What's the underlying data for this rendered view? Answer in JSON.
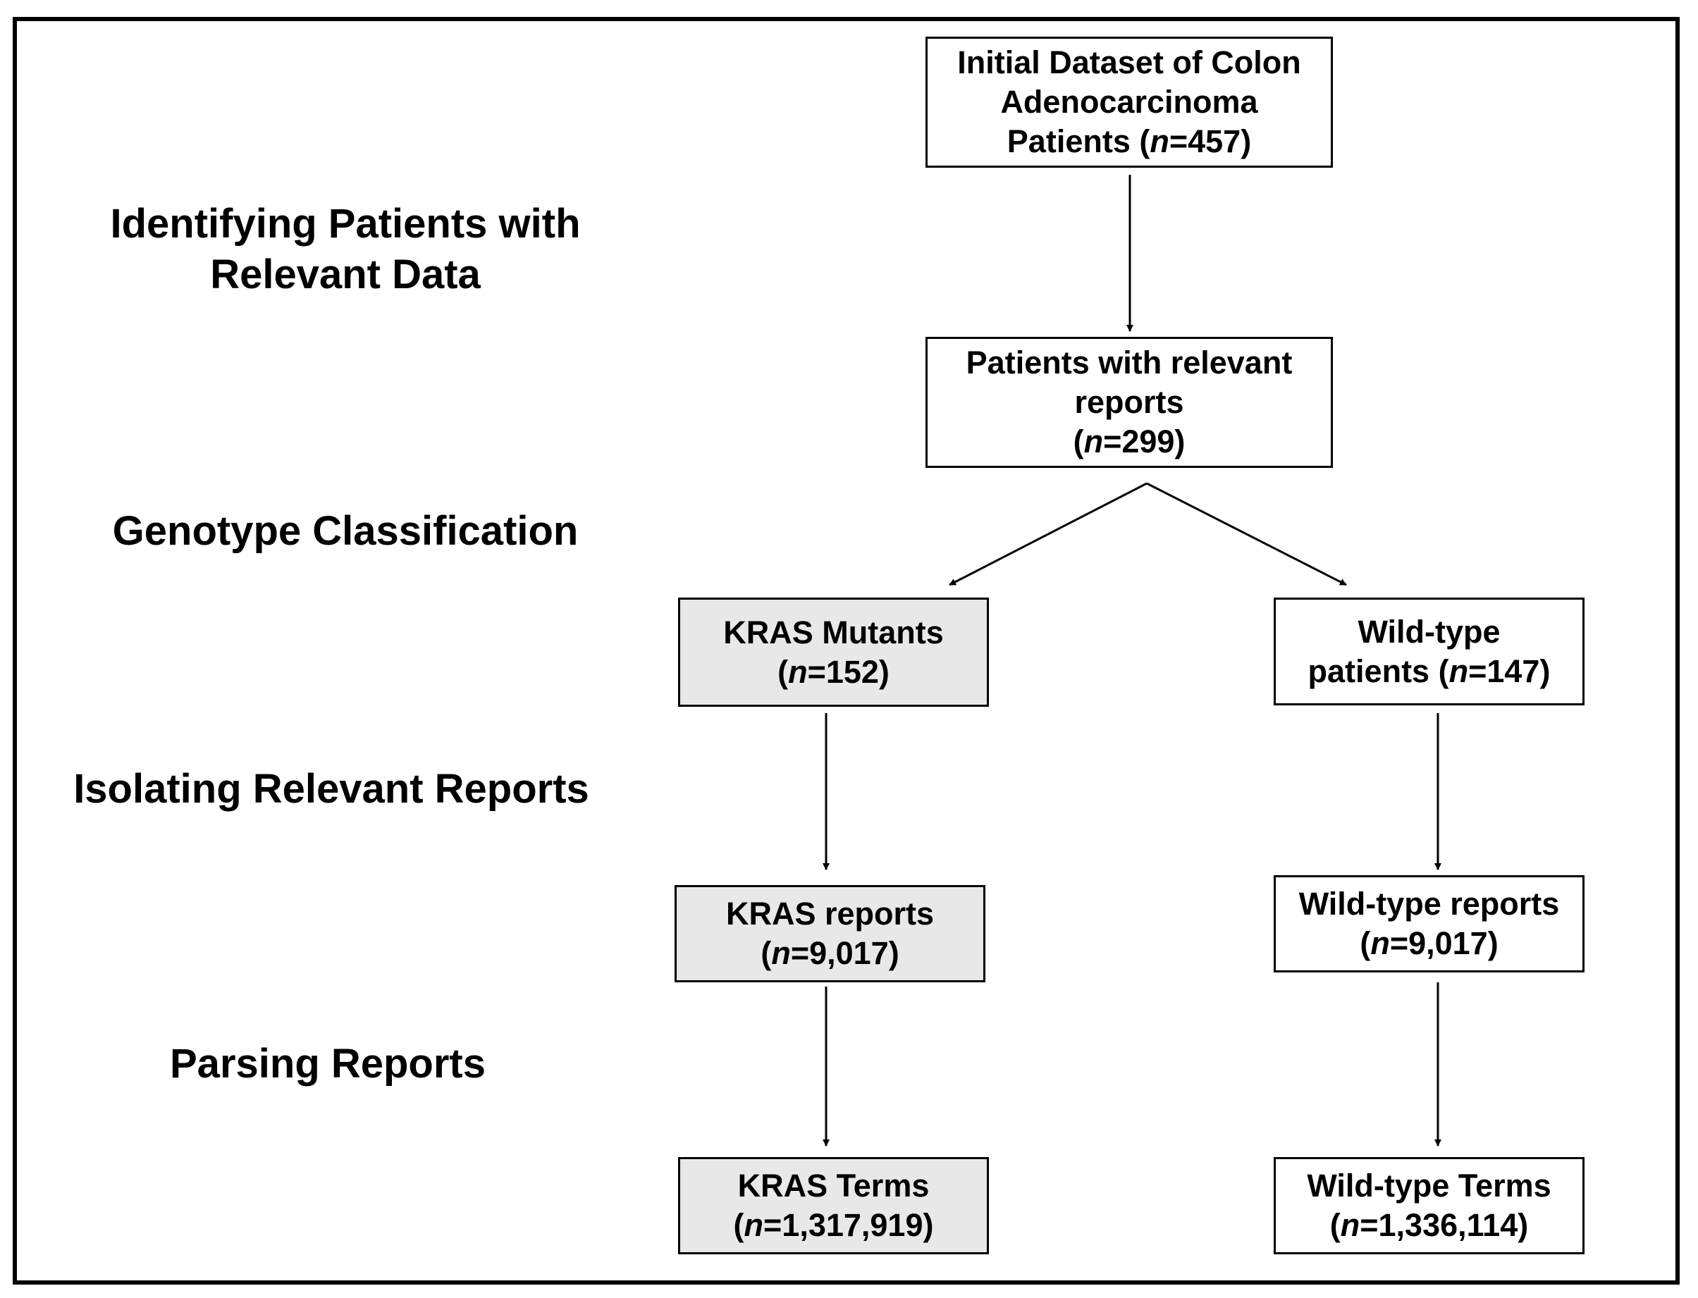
{
  "stages": [
    {
      "id": "identifying",
      "lines": [
        "Identifying Patients with",
        "Relevant Data"
      ]
    },
    {
      "id": "genotype",
      "lines": [
        "Genotype Classification"
      ]
    },
    {
      "id": "isolating",
      "lines": [
        "Isolating Relevant Reports"
      ]
    },
    {
      "id": "parsing",
      "lines": [
        "Parsing Reports"
      ]
    }
  ],
  "nodes": {
    "initial": {
      "lines": [
        "Initial Dataset of Colon",
        "Adenocarcinoma"
      ],
      "prefix": "Patients (",
      "n_label": "n",
      "count": "=457)"
    },
    "relevant": {
      "lines": [
        "Patients with relevant",
        "reports"
      ],
      "prefix": "(",
      "n_label": "n",
      "count": "=299)"
    },
    "kras_mutants": {
      "lines": [
        "KRAS Mutants"
      ],
      "prefix": "(",
      "n_label": "n",
      "count": "=152)"
    },
    "wildtype_patients": {
      "lines": [
        "Wild-type"
      ],
      "prefix": "patients (",
      "n_label": "n",
      "count": "=147)"
    },
    "kras_reports": {
      "lines": [
        "KRAS reports"
      ],
      "prefix": "(",
      "n_label": "n",
      "count": "=9,017)"
    },
    "wildtype_reports": {
      "lines": [
        "Wild-type reports"
      ],
      "prefix": "(",
      "n_label": "n",
      "count": "=9,017)"
    },
    "kras_terms": {
      "lines": [
        "KRAS Terms"
      ],
      "prefix": "(",
      "n_label": "n",
      "count": "=1,317,919)"
    },
    "wildtype_terms": {
      "lines": [
        "Wild-type Terms"
      ],
      "prefix": "(",
      "n_label": "n",
      "count": "=1,336,114)"
    }
  },
  "colors": {
    "shaded_box": "#e8e8e8",
    "line": "#000000"
  }
}
